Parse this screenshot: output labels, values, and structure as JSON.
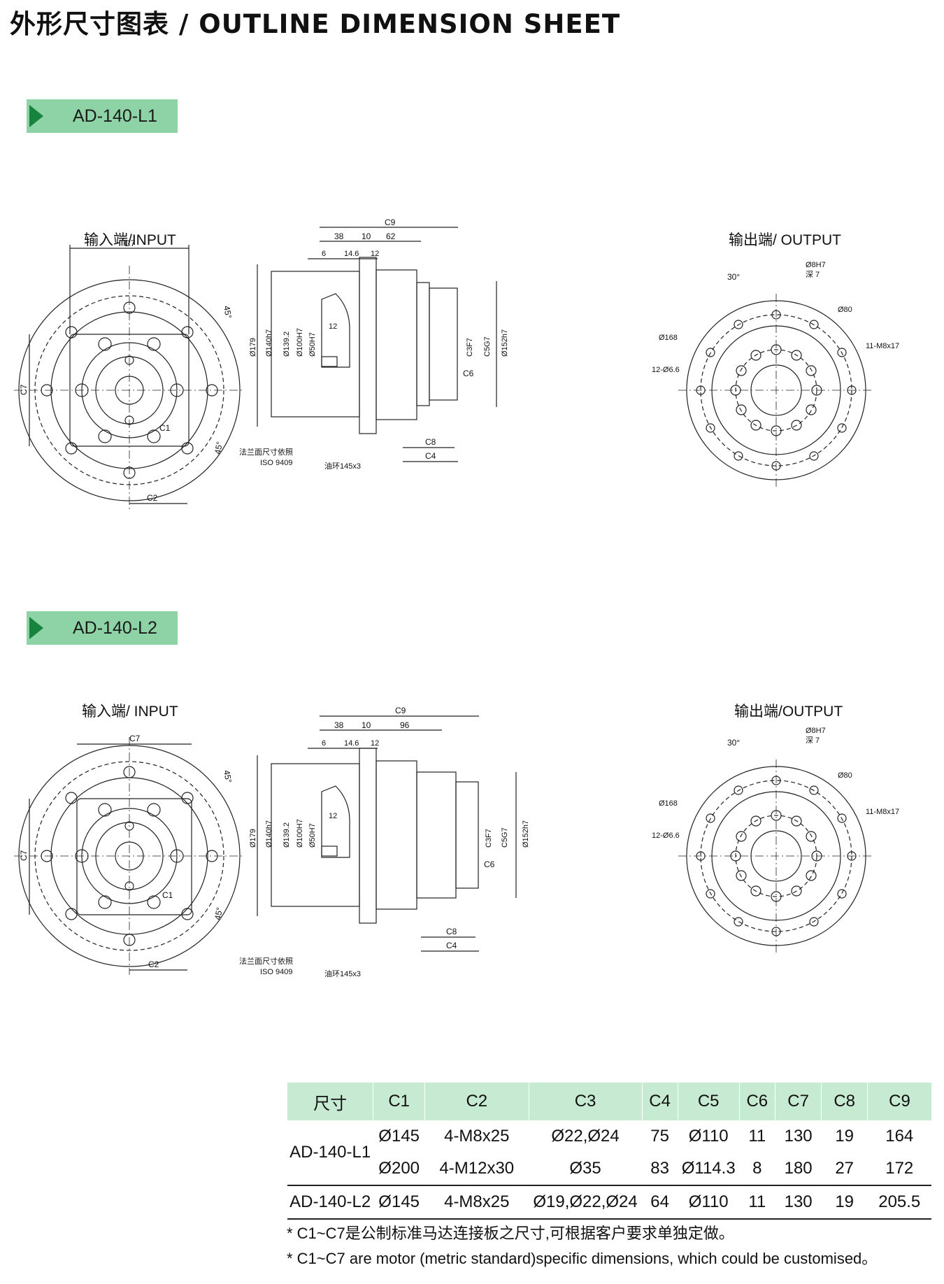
{
  "page_title": "外形尺寸图表 / OUTLINE DIMENSION SHEET",
  "sections": [
    {
      "model": "AD-140-L1",
      "input_label": "输入端/INPUT",
      "output_label": "输出端/ OUTPUT",
      "side": {
        "C9": "C9",
        "d38": "38",
        "d10": "10",
        "d62": "62",
        "d6": "6",
        "d146": "14.6",
        "d12": "12",
        "d12b": "12",
        "phi179": "Ø179",
        "phi140": "Ø140h7",
        "phi1392": "Ø139.2",
        "phi100": "Ø100H7",
        "phi50": "Ø50H7",
        "c3": "C3F7",
        "c5": "C5G7",
        "phi152": "Ø152h7",
        "c6": "C6",
        "c8": "C8",
        "c4": "C4",
        "flange_note": "法兰面尺寸依照",
        "iso": "ISO 9409",
        "oring": "油环145x3"
      },
      "input": {
        "c7": "C7",
        "c7v": "C7",
        "c1": "C1",
        "c2": "C2",
        "a1": "45°",
        "a2": "45°"
      },
      "output": {
        "deg30": "30°",
        "phi8": "Ø8H7",
        "depth": "深 7",
        "phi80": "Ø80",
        "phi168": "Ø168",
        "holes": "12-Ø6.6",
        "thread": "11-M8x17"
      }
    },
    {
      "model": "AD-140-L2",
      "input_label": "输入端/ INPUT",
      "output_label": "输出端/OUTPUT",
      "side": {
        "C9": "C9",
        "d38": "38",
        "d10": "10",
        "d62": "96",
        "d6": "6",
        "d146": "14.6",
        "d12": "12",
        "d12b": "12",
        "phi179": "Ø179",
        "phi140": "Ø140h7",
        "phi1392": "Ø139.2",
        "phi100": "Ø100H7",
        "phi50": "Ø50H7",
        "c3": "C3F7",
        "c5": "C5G7",
        "phi152": "Ø152h7",
        "c6": "C6",
        "c8": "C8",
        "c4": "C4",
        "flange_note": "法兰面尺寸依照",
        "iso": "ISO 9409",
        "oring": "油环145x3"
      },
      "input": {
        "c7": "C7",
        "c7v": "C7",
        "c1": "C1",
        "c2": "C2",
        "a1": "45°",
        "a2": "45°"
      },
      "output": {
        "deg30": "30°",
        "phi8": "Ø8H7",
        "depth": "深 7",
        "phi80": "Ø80",
        "phi168": "Ø168",
        "holes": "12-Ø6.6",
        "thread": "11-M8x17"
      }
    }
  ],
  "table": {
    "headers": [
      "尺寸",
      "C1",
      "C2",
      "C3",
      "C4",
      "C5",
      "C6",
      "C7",
      "C8",
      "C9"
    ],
    "rows": [
      {
        "model": "AD-140-L1",
        "cells": [
          "Ø145",
          "4-M8x25",
          "Ø22,Ø24",
          "75",
          "Ø110",
          "11",
          "130",
          "19",
          "164"
        ]
      },
      {
        "model": "",
        "cells": [
          "Ø200",
          "4-M12x30",
          "Ø35",
          "83",
          "Ø114.3",
          "8",
          "180",
          "27",
          "172"
        ]
      },
      {
        "model": "AD-140-L2",
        "cells": [
          "Ø145",
          "4-M8x25",
          "Ø19,Ø22,Ø24",
          "64",
          "Ø110",
          "11",
          "130",
          "19",
          "205.5"
        ]
      }
    ]
  },
  "footnotes": {
    "cn": "* C1~C7是公制标准马达连接板之尺寸,可根据客户要求单独定做。",
    "en": "* C1~C7 are motor (metric standard)specific dimensions, which could be customised。"
  }
}
